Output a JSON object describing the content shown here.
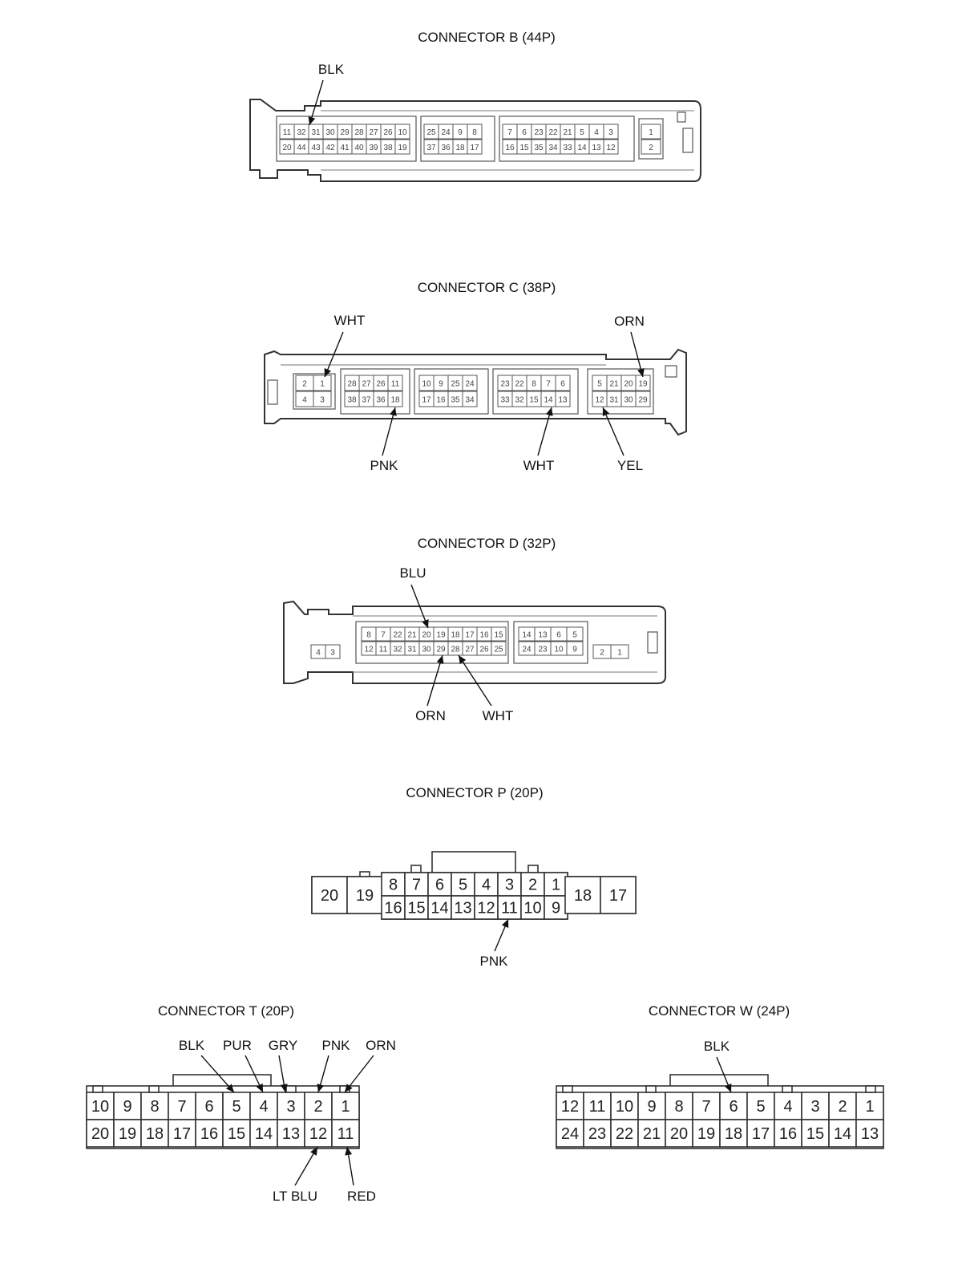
{
  "connectors": {
    "B": {
      "title": "CONNECTOR B (44P)",
      "blocks": [
        {
          "top": [
            "11",
            "32",
            "31",
            "30",
            "29",
            "28",
            "27",
            "26",
            "10"
          ],
          "bottom": [
            "20",
            "44",
            "43",
            "42",
            "41",
            "40",
            "39",
            "38",
            "19"
          ]
        },
        {
          "top": [
            "25",
            "24",
            "9",
            "8"
          ],
          "bottom": [
            "37",
            "36",
            "18",
            "17"
          ]
        },
        {
          "top": [
            "7",
            "6",
            "23",
            "22",
            "21",
            "5",
            "4",
            "3"
          ],
          "bottom": [
            "16",
            "15",
            "35",
            "34",
            "33",
            "14",
            "13",
            "12"
          ]
        },
        {
          "top": [
            "1"
          ],
          "bottom": [
            "2"
          ]
        }
      ],
      "wires": [
        {
          "label": "BLK",
          "pin": "32"
        }
      ]
    },
    "C": {
      "title": "CONNECTOR C (38P)",
      "blocks": [
        {
          "top": [
            "2",
            "1"
          ],
          "bottom": [
            "4",
            "3"
          ]
        },
        {
          "top": [
            "28",
            "27",
            "26",
            "11"
          ],
          "bottom": [
            "38",
            "37",
            "36",
            "18"
          ]
        },
        {
          "top": [
            "10",
            "9",
            "25",
            "24"
          ],
          "bottom": [
            "17",
            "16",
            "35",
            "34"
          ]
        },
        {
          "top": [
            "23",
            "22",
            "8",
            "7",
            "6"
          ],
          "bottom": [
            "33",
            "32",
            "15",
            "14",
            "13"
          ]
        },
        {
          "top": [
            "5",
            "21",
            "20",
            "19"
          ],
          "bottom": [
            "12",
            "31",
            "30",
            "29"
          ]
        }
      ],
      "wires": [
        {
          "label": "WHT",
          "pin": "1"
        },
        {
          "label": "ORN",
          "pin": "19"
        },
        {
          "label": "PNK",
          "pin": "18"
        },
        {
          "label": "WHT",
          "pin": "15"
        },
        {
          "label": "YEL",
          "pin": "12"
        }
      ]
    },
    "D": {
      "title": "CONNECTOR D (32P)",
      "blocks": [
        {
          "top": [
            "4",
            "3"
          ],
          "bottom": []
        },
        {
          "top": [
            "8",
            "7",
            "22",
            "21",
            "20",
            "19",
            "18",
            "17",
            "16",
            "15"
          ],
          "bottom": [
            "12",
            "11",
            "32",
            "31",
            "30",
            "29",
            "28",
            "27",
            "26",
            "25"
          ]
        },
        {
          "top": [
            "14",
            "13",
            "6",
            "5"
          ],
          "bottom": [
            "24",
            "23",
            "10",
            "9"
          ]
        },
        {
          "top": [
            "2",
            "1"
          ],
          "bottom": []
        }
      ],
      "wires": [
        {
          "label": "BLU",
          "pin": "20"
        },
        {
          "label": "ORN",
          "pin": "29"
        },
        {
          "label": "WHT",
          "pin": "28"
        }
      ]
    },
    "P": {
      "title": "CONNECTOR P (20P)",
      "side_left": [
        "20",
        "19"
      ],
      "top": [
        "8",
        "7",
        "6",
        "5",
        "4",
        "3",
        "2",
        "1"
      ],
      "bottom": [
        "16",
        "15",
        "14",
        "13",
        "12",
        "11",
        "10",
        "9"
      ],
      "side_right": [
        "18",
        "17"
      ],
      "wires": [
        {
          "label": "PNK",
          "pin": "11"
        }
      ]
    },
    "T": {
      "title": "CONNECTOR T (20P)",
      "top": [
        "10",
        "9",
        "8",
        "7",
        "6",
        "5",
        "4",
        "3",
        "2",
        "1"
      ],
      "bottom": [
        "20",
        "19",
        "18",
        "17",
        "16",
        "15",
        "14",
        "13",
        "12",
        "11"
      ],
      "wires": [
        {
          "label": "BLK",
          "pin": "5"
        },
        {
          "label": "PUR",
          "pin": "4"
        },
        {
          "label": "GRY",
          "pin": "3"
        },
        {
          "label": "PNK",
          "pin": "2"
        },
        {
          "label": "ORN",
          "pin": "1"
        },
        {
          "label": "LT BLU",
          "pin": "12"
        },
        {
          "label": "RED",
          "pin": "11"
        }
      ]
    },
    "W": {
      "title": "CONNECTOR W (24P)",
      "top": [
        "12",
        "11",
        "10",
        "9",
        "8",
        "7",
        "6",
        "5",
        "4",
        "3",
        "2",
        "1"
      ],
      "bottom": [
        "24",
        "23",
        "22",
        "21",
        "20",
        "19",
        "18",
        "17",
        "16",
        "15",
        "14",
        "13"
      ],
      "wires": [
        {
          "label": "BLK",
          "pin": "6"
        }
      ]
    }
  }
}
